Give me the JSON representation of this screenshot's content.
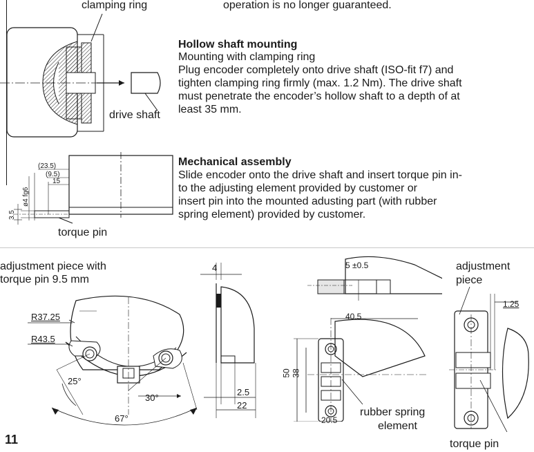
{
  "top": {
    "label_clamping_ring": "clamping ring",
    "warning_tail": "operation is no longer guaranteed."
  },
  "hollow_shaft": {
    "heading": "Hollow shaft mounting",
    "subheading": "Mounting with clamping ring",
    "lines": [
      "Plug encoder completely onto drive shaft (ISO-fit f7) and",
      "tighten clamping ring firmly (max. 1.2 Nm). The drive shaft",
      "must penetrate the encoder’s hollow shaft to a depth of at",
      "least 35 mm."
    ],
    "label_drive_shaft": "drive shaft"
  },
  "mechanical": {
    "heading": "Mechanical assembly",
    "lines": [
      "Slide encoder onto the drive shaft and insert torque pin in-",
      "to the adjusting element provided by customer or",
      "insert pin into the mounted adusting part (with rubber",
      "spring element) provided by customer."
    ],
    "label_torque_pin": "torque pin",
    "dims": {
      "d1": "(23.5)",
      "d2": "(9.5)",
      "d3": "15",
      "d4": "ø4 fg6",
      "d5": "3.5"
    }
  },
  "bottom": {
    "adj_title_1": "adjustment piece with",
    "adj_title_2": "torque pin 9.5 mm",
    "r1": "R37.25",
    "r2": "R43.5",
    "a1": "25°",
    "a2": "30°",
    "a3": "67°",
    "side_top": "4",
    "side_d1": "2.5",
    "side_d2": "22",
    "rt_dim_5": "5 ±0.5",
    "rt_dim_405": "40.5",
    "rt_dim_50": "50",
    "rt_dim_38": "38",
    "rt_dim_205": "20.5",
    "rubber_1": "rubber spring",
    "rubber_2": "element",
    "adj_piece_1": "adjustment",
    "adj_piece_2": "piece",
    "dim_125": "1.25",
    "torque_pin": "torque pin"
  },
  "page_number": "11"
}
